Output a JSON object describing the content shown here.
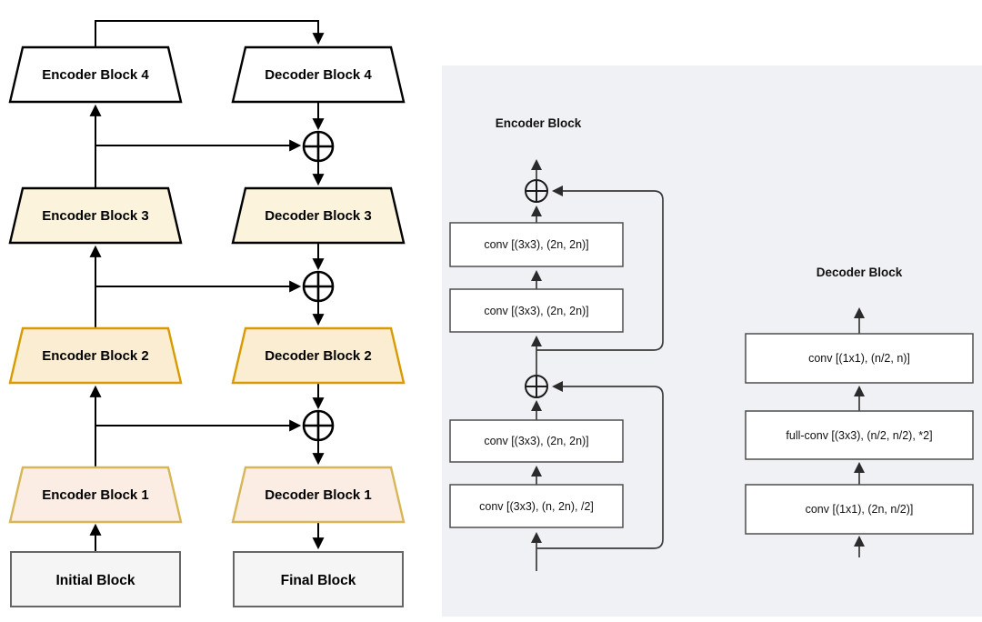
{
  "left_diagram": {
    "levels": [
      {
        "encoder": "Encoder Block 4",
        "decoder": "Decoder Block 4",
        "fill": "#FFFFFF",
        "stroke": "#000000"
      },
      {
        "encoder": "Encoder Block 3",
        "decoder": "Decoder Block 3",
        "fill": "#FBF3DC",
        "stroke": "#000000"
      },
      {
        "encoder": "Encoder Block 2",
        "decoder": "Decoder Block 2",
        "fill": "#FBEDD2",
        "stroke": "#D79B00"
      },
      {
        "encoder": "Encoder Block 1",
        "decoder": "Decoder Block 1",
        "fill": "#FCEDE4",
        "stroke": "#D6B656"
      }
    ],
    "initial_block": {
      "label": "Initial Block",
      "fill": "#F5F5F5",
      "stroke": "#666666"
    },
    "final_block": {
      "label": "Final Block",
      "fill": "#F5F5F5",
      "stroke": "#666666"
    },
    "merge_symbol": "circled-plus"
  },
  "right_panel": {
    "background": "#F0F1F5",
    "box_fill": "#FFFFFF",
    "box_stroke": "#4D4D4D",
    "encoder_detail": {
      "title": "Encoder Block",
      "layers_top_to_bottom": [
        "conv [(3x3), (2n, 2n)]",
        "conv [(3x3), (2n, 2n)]",
        "conv [(3x3), (2n, 2n)]",
        "conv [(3x3), (n, 2n), /2]"
      ]
    },
    "decoder_detail": {
      "title": "Decoder Block",
      "layers_top_to_bottom": [
        "conv [(1x1), (n/2, n)]",
        "full-conv [(3x3), (n/2, n/2), *2]",
        "conv [(1x1), (2n, n/2)]"
      ]
    }
  }
}
